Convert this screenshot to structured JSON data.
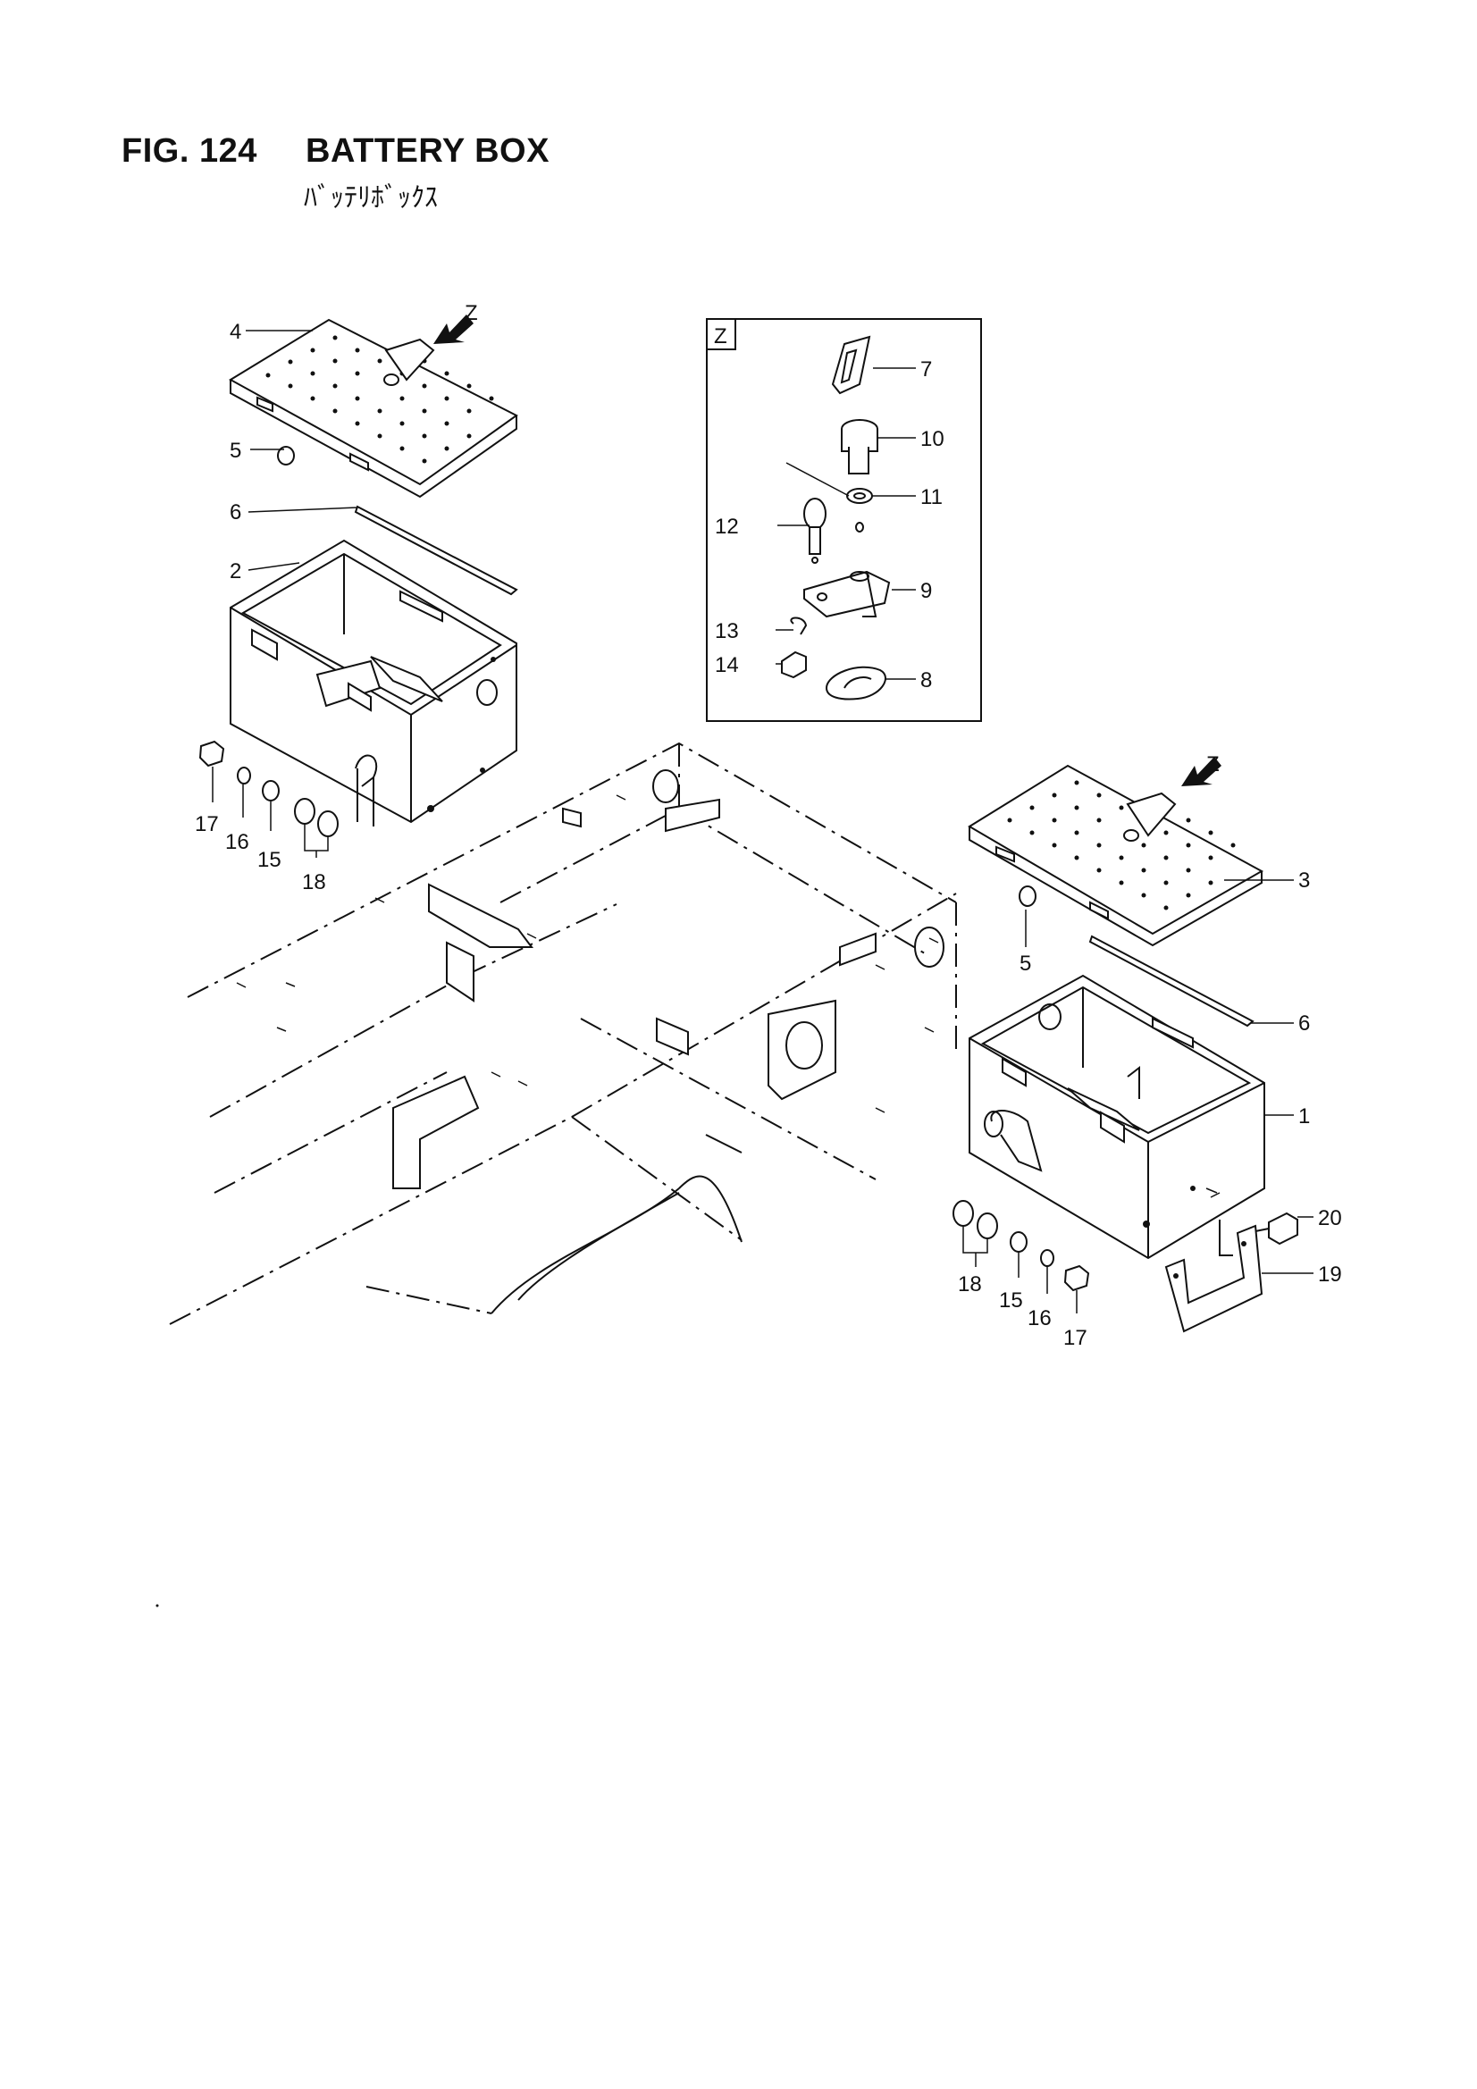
{
  "header": {
    "figure_number": "FIG. 124",
    "title": "BATTERY BOX",
    "subtitle_jp": "ﾊﾞｯﾃﾘﾎﾞｯｸｽ"
  },
  "detail_view": {
    "label": "Z"
  },
  "view_arrows": [
    "Z",
    "Z"
  ],
  "callouts": [
    "1",
    "2",
    "3",
    "4",
    "5",
    "5",
    "6",
    "6",
    "7",
    "8",
    "9",
    "10",
    "11",
    "12",
    "13",
    "14",
    "15",
    "15",
    "16",
    "16",
    "17",
    "17",
    "18",
    "18",
    "19",
    "20"
  ]
}
